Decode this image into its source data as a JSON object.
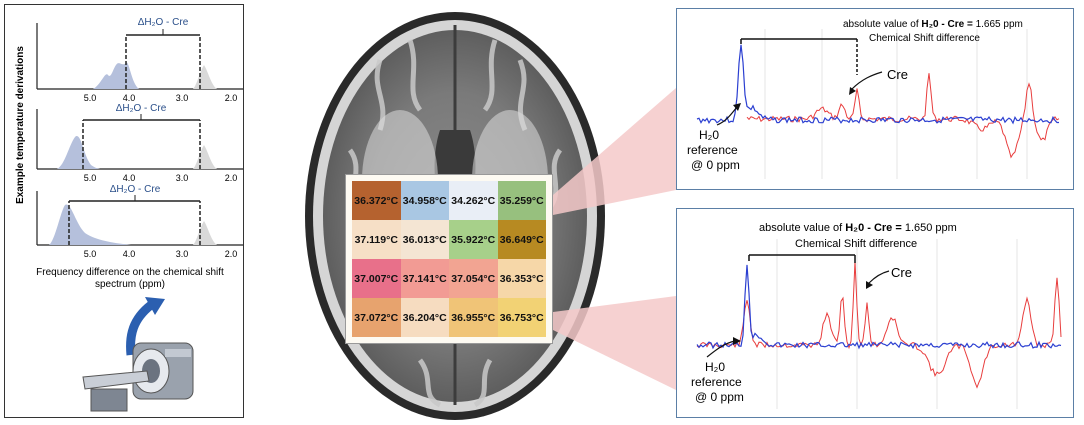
{
  "left_panel": {
    "ylabel": "Example temperature derivations",
    "xlabel_line1": "Frequency difference on the chemical shift",
    "xlabel_line2": "spectrum (ppm)",
    "spectra": [
      {
        "label": "ΔH₂O - Cre",
        "ticks": [
          "5.0",
          "4.0",
          "3.0",
          "2.0"
        ]
      },
      {
        "label": "ΔH₂O - Cre",
        "ticks": [
          "5.0",
          "4.0",
          "3.0",
          "2.0"
        ]
      },
      {
        "label": "ΔH₂O - Cre",
        "ticks": [
          "5.0",
          "4.0",
          "3.0",
          "2.0"
        ]
      }
    ]
  },
  "temperature_grid": [
    {
      "value": "36.372°C",
      "color": "#b5622f"
    },
    {
      "value": "34.958°C",
      "color": "#a9c7e3"
    },
    {
      "value": "34.262°C",
      "color": "#e9eef6"
    },
    {
      "value": "35.259°C",
      "color": "#97c07e"
    },
    {
      "value": "37.119°C",
      "color": "#f6dfc6"
    },
    {
      "value": "36.013°C",
      "color": "#f4e5d3"
    },
    {
      "value": "35.922°C",
      "color": "#a7d08a"
    },
    {
      "value": "36.649°C",
      "color": "#b78a22"
    },
    {
      "value": "37.007°C",
      "color": "#e8708a"
    },
    {
      "value": "37.141°C",
      "color": "#f29b94"
    },
    {
      "value": "37.054°C",
      "color": "#f2a492"
    },
    {
      "value": "36.353°C",
      "color": "#f6d7a8"
    },
    {
      "value": "37.072°C",
      "color": "#e7a36e"
    },
    {
      "value": "36.204°C",
      "color": "#f6dcc0"
    },
    {
      "value": "36.955°C",
      "color": "#f0c477"
    },
    {
      "value": "36.753°C",
      "color": "#f2d274"
    }
  ],
  "spectrum_top": {
    "title_prefix": "absolute value of ",
    "title_bold": "H₂0 - Cre = ",
    "title_value": " 1.665 ppm",
    "subtitle": "Chemical Shift difference",
    "cre_label": "Cre",
    "ref_line1": "H₂0",
    "ref_line2": "reference",
    "ref_line3": "@ 0 ppm"
  },
  "spectrum_bottom": {
    "title_prefix": "absolute value of ",
    "title_bold": "H₂0 - Cre = ",
    "title_value": " 1.650 ppm",
    "subtitle": "Chemical Shift difference",
    "cre_label": "Cre",
    "ref_line1": "H₂0",
    "ref_line2": "reference",
    "ref_line3": "@ 0 ppm"
  },
  "colors": {
    "blue_peak": "#2b3fd1",
    "red_spectrum": "#e83d3d",
    "shade_blue": "#b5c0dc",
    "shade_gray": "#d9d9d9",
    "callout": "#f4c9c9",
    "label_blue": "#2a4f8a"
  }
}
